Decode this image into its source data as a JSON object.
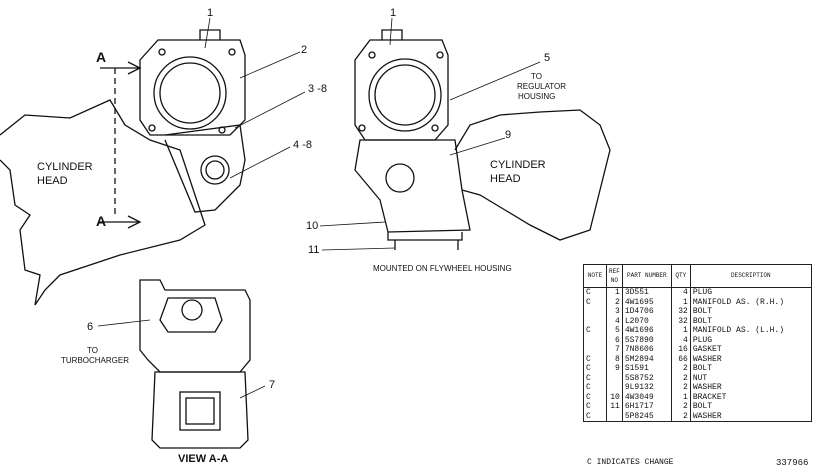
{
  "callouts": {
    "c1_left": "1",
    "c2": "2",
    "c3_8": "3 -8",
    "c4_8": "4 -8",
    "c1_right": "1",
    "c5": "5",
    "c9": "9",
    "c10": "10",
    "c11": "11",
    "c6": "6",
    "c7": "7"
  },
  "labels": {
    "cylinder_head_left": [
      "CYLINDER",
      "HEAD"
    ],
    "cylinder_head_right": [
      "CYLINDER",
      "HEAD"
    ],
    "section_a_top": "A",
    "section_a_bottom": "A",
    "to_regulator": [
      "TO",
      "REGULATOR",
      "HOUSING"
    ],
    "to_turbocharger": [
      "TO",
      "TURBOCHARGER"
    ],
    "mounted": "MOUNTED ON FLYWHEEL HOUSING",
    "view_aa": "VIEW A-A"
  },
  "parts_table": {
    "headers": [
      "NOTE",
      "REF NO",
      "PART NUMBER",
      "QTY",
      "DESCRIPTION"
    ],
    "rows": [
      [
        "C",
        "1",
        "3D551",
        "4",
        "PLUG"
      ],
      [
        "C",
        "2",
        "4W1695",
        "1",
        "MANIFOLD AS. (R.H.)"
      ],
      [
        "",
        "3",
        "1D4706",
        "32",
        "BOLT"
      ],
      [
        "",
        "4",
        "L2070",
        "32",
        "BOLT"
      ],
      [
        "C",
        "5",
        "4W1696",
        "1",
        "MANIFOLD AS. (L.H.)"
      ],
      [
        "",
        "6",
        "5S7890",
        "4",
        "PLUG"
      ],
      [
        "",
        "7",
        "7N8606",
        "16",
        "GASKET"
      ],
      [
        "C",
        "8",
        "5M2894",
        "66",
        "WASHER"
      ],
      [
        "C",
        "9",
        "S1591",
        "2",
        "BOLT"
      ],
      [
        "C",
        "",
        "5S8752",
        "2",
        "NUT"
      ],
      [
        "C",
        "",
        "9L9132",
        "2",
        "WASHER"
      ],
      [
        "C",
        "10",
        "4W3049",
        "1",
        "BRACKET"
      ],
      [
        "C",
        "11",
        "6H1717",
        "2",
        "BOLT"
      ],
      [
        "C",
        "",
        "5P8245",
        "2",
        "WASHER"
      ]
    ],
    "footnote": "C  INDICATES CHANGE",
    "illustration_code": "337966"
  }
}
